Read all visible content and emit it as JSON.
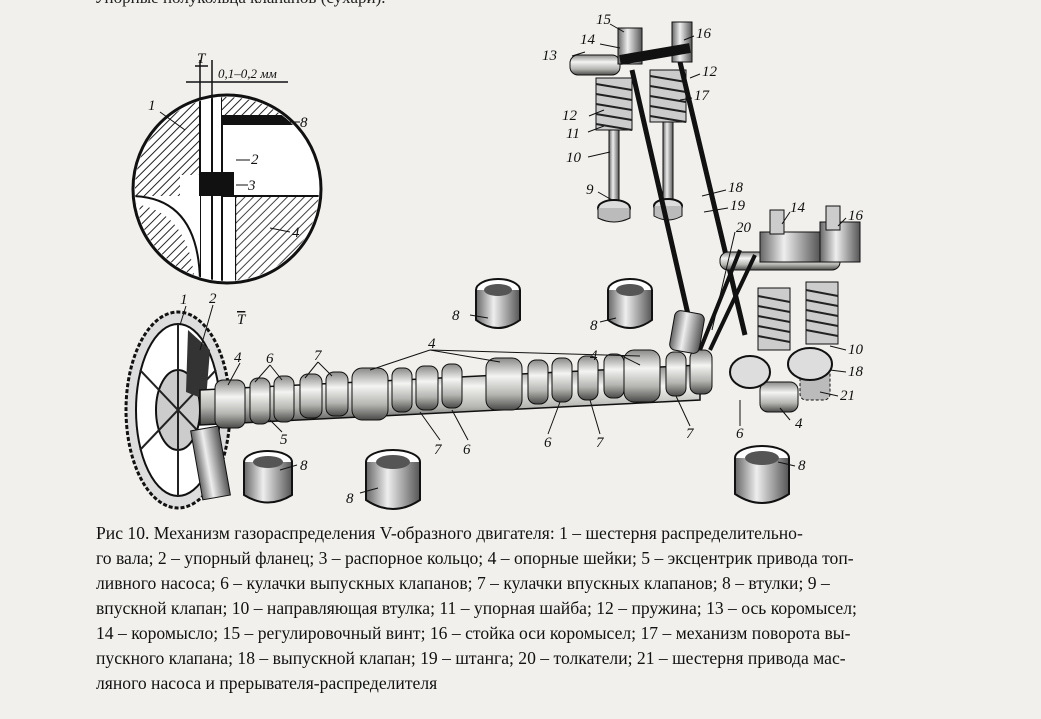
{
  "top_text": "Упорные полукольца клапанов (сухари).",
  "inset": {
    "t_mark": "T",
    "clearance": "0,1–0,2 мм"
  },
  "labels": {
    "l1": "1",
    "l2": "2",
    "l3": "3",
    "l4": "4",
    "l5": "5",
    "l6": "6",
    "l7": "7",
    "l8": "8",
    "l9": "9",
    "l10": "10",
    "l11": "11",
    "l12": "12",
    "l13": "13",
    "l14": "14",
    "l15": "15",
    "l16": "16",
    "l17": "17",
    "l18": "18",
    "l19": "19",
    "l20": "20",
    "l21": "21",
    "t": "T"
  },
  "caption": {
    "lines": [
      "Рис 10. Механизм газораспределения V-образного двигателя: 1 – шестерня распределительно-",
      "го вала; 2 – упорный фланец; 3 – распорное кольцо; 4 – опорные шейки; 5 – эксцентрик привода топ-",
      "ливного насоса; 6 – кулачки выпускных клапанов; 7 – кулачки впускных клапанов; 8 – втулки; 9 –",
      "впускной клапан; 10 – направляющая втулка; 11 – упорная шайба; 12 – пружина; 13 – ось коромысел;",
      "14 – коромысло; 15 – регулировочный винт; 16 – стойка оси коромысел; 17 – механизм поворота вы-",
      "пускного клапана; 18 – выпускной клапан; 19 – штанга; 20 – толкатели; 21 – шестерня привода мас-",
      "ляного насоса и прерывателя-распределителя"
    ]
  }
}
